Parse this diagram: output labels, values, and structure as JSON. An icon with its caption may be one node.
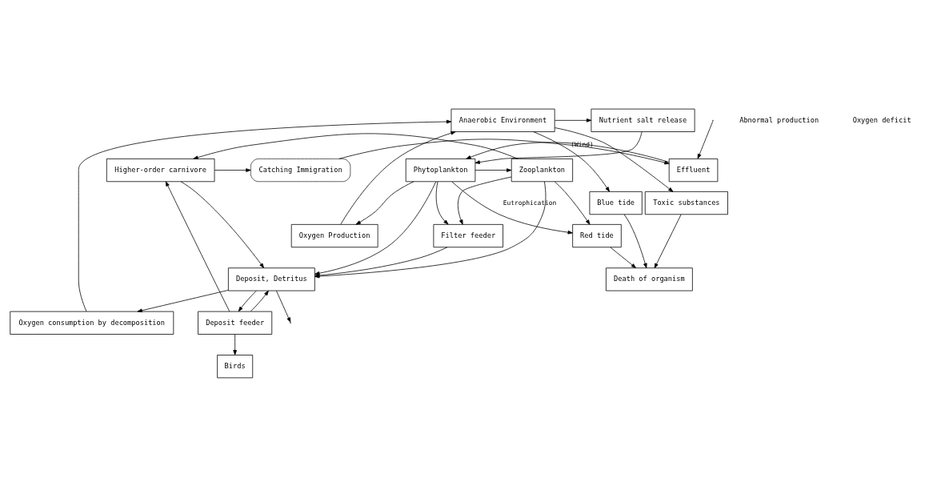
{
  "diagram": {
    "nodes": [
      {
        "text": [
          "Red tide"
        ]
      },
      {
        "text": [
          "Effluent"
        ]
      },
      {
        "text": [
          "Phytoplankton"
        ]
      },
      {
        "text": [
          "Zooplankton"
        ]
      },
      {
        "text": [
          "Higher-order carnivore"
        ]
      },
      {
        "text": [
          "Catching Immigration"
        ]
      },
      {
        "text": [
          "Oxygen Production"
        ]
      },
      {
        "text": [
          "Death of organism"
        ]
      },
      {
        "text": [
          "Filter feeder"
        ]
      },
      {
        "text": [
          "Blue tide"
        ]
      },
      {
        "text": [
          "Birds"
        ]
      },
      {
        "text": [
          "Deposit feeder"
        ]
      },
      {
        "text": [
          "Toxic substances"
        ]
      },
      {
        "text": [
          "Nutrient salt release"
        ]
      },
      {
        "text": [
          "Anaerobic Environment"
        ]
      },
      {
        "text": [
          "Oxygen consumption by decomposition"
        ]
      },
      {
        "text": [
          "Deposit, Detritus"
        ]
      }
    ],
    "edges": [
      {
        "from": null,
        "to": 1,
        "arrow": "to"
      },
      {
        "from": 5,
        "to": 1,
        "arrow": "to"
      },
      {
        "from": 0,
        "to": 7,
        "arrow": "to"
      },
      {
        "from": 2,
        "to": 0,
        "arrow": "to",
        "label": "Eutrophication"
      },
      {
        "from": 3,
        "to": 0,
        "arrow": "to"
      },
      {
        "from": 1,
        "to": 2,
        "arrow": "to"
      },
      {
        "from": 2,
        "to": 3,
        "arrow": "to"
      },
      {
        "from": 3,
        "to": 4,
        "arrow": "to"
      },
      {
        "from": 4,
        "to": 5,
        "arrow": "to"
      },
      {
        "from": 2,
        "to": 6,
        "arrow": "to"
      },
      {
        "from": 2,
        "to": 8,
        "arrow": "to"
      },
      {
        "from": 3,
        "to": 8,
        "arrow": "to"
      },
      {
        "from": 13,
        "to": 2,
        "arrow": "to"
      },
      {
        "from": 2,
        "to": 16,
        "arrow": "to"
      },
      {
        "from": 8,
        "to": 16,
        "arrow": "to"
      },
      {
        "from": 3,
        "to": 16,
        "arrow": "to"
      },
      {
        "from": 11,
        "to": 4,
        "arrow": "to"
      },
      {
        "from": 4,
        "to": 16,
        "arrow": "to"
      },
      {
        "from": 11,
        "to": 10,
        "arrow": "to"
      },
      {
        "from": 11,
        "to": 16,
        "arrow": "to"
      },
      {
        "from": 16,
        "to": 11,
        "arrow": "to"
      },
      {
        "from": 16,
        "to": 15,
        "arrow": "to"
      },
      {
        "from": 16,
        "to": null,
        "arrow": "to"
      },
      {
        "from": 15,
        "to": 14,
        "arrow": "to"
      },
      {
        "from": 14,
        "to": 12,
        "arrow": "to"
      },
      {
        "from": 12,
        "to": 7,
        "arrow": "to"
      },
      {
        "from": 14,
        "to": 9,
        "arrow": "to",
        "label": "(Wind)"
      },
      {
        "from": 9,
        "to": 7,
        "arrow": "to"
      },
      {
        "from": 6,
        "to": 14,
        "arrow": "to"
      },
      {
        "from": 14,
        "to": 13,
        "arrow": "to"
      }
    ],
    "labels": [
      "Abnormal production",
      "Oxygen deficit"
    ]
  }
}
